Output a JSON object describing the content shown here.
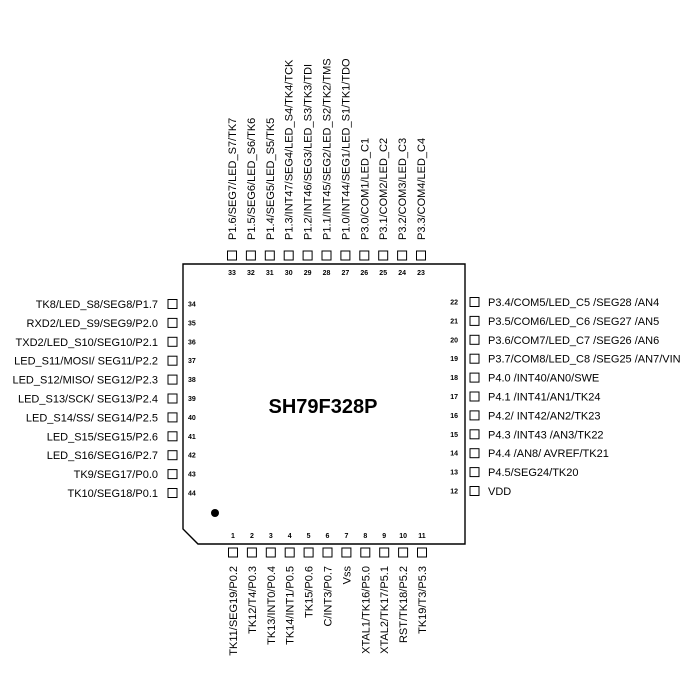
{
  "chip": {
    "name": "SH79F328P"
  },
  "pins": {
    "left": [
      {
        "num": "34",
        "label": "TK8/LED_S8/SEG8/P1.7"
      },
      {
        "num": "35",
        "label": "RXD2/LED_S9/SEG9/P2.0"
      },
      {
        "num": "36",
        "label": "TXD2/LED_S10/SEG10/P2.1"
      },
      {
        "num": "37",
        "label": "LED_S11/MOSI/ SEG11/P2.2"
      },
      {
        "num": "38",
        "label": "LED_S12/MISO/ SEG12/P2.3"
      },
      {
        "num": "39",
        "label": "LED_S13/SCK/ SEG13/P2.4"
      },
      {
        "num": "40",
        "label": "LED_S14/SS/ SEG14/P2.5"
      },
      {
        "num": "41",
        "label": "LED_S15/SEG15/P2.6"
      },
      {
        "num": "42",
        "label": "LED_S16/SEG16/P2.7"
      },
      {
        "num": "43",
        "label": "TK9/SEG17/P0.0"
      },
      {
        "num": "44",
        "label": "TK10/SEG18/P0.1"
      }
    ],
    "right": [
      {
        "num": "22",
        "label": "P3.4/COM5/LED_C5 /SEG28 /AN4"
      },
      {
        "num": "21",
        "label": "P3.5/COM6/LED_C6 /SEG27 /AN5"
      },
      {
        "num": "20",
        "label": "P3.6/COM7/LED_C7 /SEG26 /AN6"
      },
      {
        "num": "19",
        "label": "P3.7/COM8/LED_C8 /SEG25 /AN7/VIN"
      },
      {
        "num": "18",
        "label": "P4.0 /INT40/AN0/SWE"
      },
      {
        "num": "17",
        "label": "P4.1 /INT41/AN1/TK24"
      },
      {
        "num": "16",
        "label": "P4.2/ INT42/AN2/TK23"
      },
      {
        "num": "15",
        "label": "P4.3 /INT43 /AN3/TK22"
      },
      {
        "num": "14",
        "label": "P4.4 /AN8/ AVREF/TK21"
      },
      {
        "num": "13",
        "label": "P4.5/SEG24/TK20"
      },
      {
        "num": "12",
        "label": "VDD"
      }
    ],
    "top": [
      {
        "num": "33",
        "label": "P1.6/SEG7/LED_S7/TK7"
      },
      {
        "num": "32",
        "label": "P1.5/SEG6/LED_S6/TK6"
      },
      {
        "num": "31",
        "label": "P1.4/SEG5/LED_S5/TK5"
      },
      {
        "num": "30",
        "label": "P1.3/INT47/SEG4/LED_S4/TK4/TCK"
      },
      {
        "num": "29",
        "label": "P1.2/INT46/SEG3/LED_S3/TK3/TDI"
      },
      {
        "num": "28",
        "label": "P1.1/INT45/SEG2/LED_S2/TK2/TMS"
      },
      {
        "num": "27",
        "label": "P1.0/INT44/SEG1/LED_S1/TK1/TDO"
      },
      {
        "num": "26",
        "label": "P3.0/COM1/LED_C1"
      },
      {
        "num": "25",
        "label": "P3.1/COM2/LED_C2"
      },
      {
        "num": "24",
        "label": "P3.2/COM3/LED_C3"
      },
      {
        "num": "23",
        "label": "P3.3/COM4/LED_C4"
      }
    ],
    "bottom": [
      {
        "num": "1",
        "label": "TK11/SEG19/P0.2"
      },
      {
        "num": "2",
        "label": "TK12/T4/P0.3"
      },
      {
        "num": "3",
        "label": "TK13/INT0/P0.4"
      },
      {
        "num": "4",
        "label": "TK14/INT1/P0.5"
      },
      {
        "num": "5",
        "label": "TK15/P0.6"
      },
      {
        "num": "6",
        "label": "C/INT3/P0.7"
      },
      {
        "num": "7",
        "label": "Vss"
      },
      {
        "num": "8",
        "label": "XTAL1/TK16/P5.0"
      },
      {
        "num": "9",
        "label": "XTAL2/TK17/P5.1"
      },
      {
        "num": "10",
        "label": "RST/TK18/P5.2"
      },
      {
        "num": "11",
        "label": "TK19/T3/P5.3"
      }
    ]
  }
}
